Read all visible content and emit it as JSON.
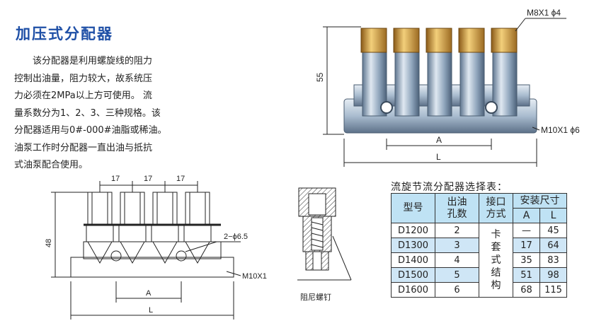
{
  "title": "加压式分配器",
  "description_lines": [
    "该分配器是利用螺旋线的阻力",
    "控制出油量，阻力较大，故系统压",
    "力必须在2MPa以上方可使用。 流",
    "量系数分为1、2、3、三种规格。该",
    "分配器适用与0#-000#油脂或稀油。",
    "油泵工作时分配器一直出油与抵抗",
    "式油泵配合使用。"
  ],
  "photo_labels": {
    "top_thread": "M8X1 ϕ4",
    "side_thread": "M10X1 ϕ6",
    "height": "55",
    "dim_a": "A",
    "dim_l": "L"
  },
  "drawing_labels": {
    "pitch1": "17",
    "pitch2": "17",
    "pitch3": "17",
    "hole": "2−ϕ6.5",
    "thread": "M10X1",
    "height": "48",
    "dim_a": "A",
    "dim_l": "L"
  },
  "damper_label": "阻尼螺钉",
  "selection_table": {
    "title": "流旋节流分配器选择表：",
    "headers": {
      "model": "型号",
      "holes": "出油孔数",
      "connection": "接口方式",
      "install": "安装尺寸",
      "a": "A",
      "l": "L"
    },
    "connection_value": "卡套式结构",
    "rows": [
      {
        "model": "D1200",
        "holes": "2",
        "a": "—",
        "l": "45"
      },
      {
        "model": "D1300",
        "holes": "3",
        "a": "17",
        "l": "64"
      },
      {
        "model": "D1400",
        "holes": "4",
        "a": "35",
        "l": "83"
      },
      {
        "model": "D1500",
        "holes": "5",
        "a": "51",
        "l": "98"
      },
      {
        "model": "D1600",
        "holes": "6",
        "a": "68",
        "l": "115"
      }
    ]
  },
  "colors": {
    "title_blue": "#1e4fa6",
    "header_fill": "#bfe2f4",
    "row_fill": "#cfe6f6",
    "brass": "#c8963c",
    "steel": "#9fb3c8"
  }
}
